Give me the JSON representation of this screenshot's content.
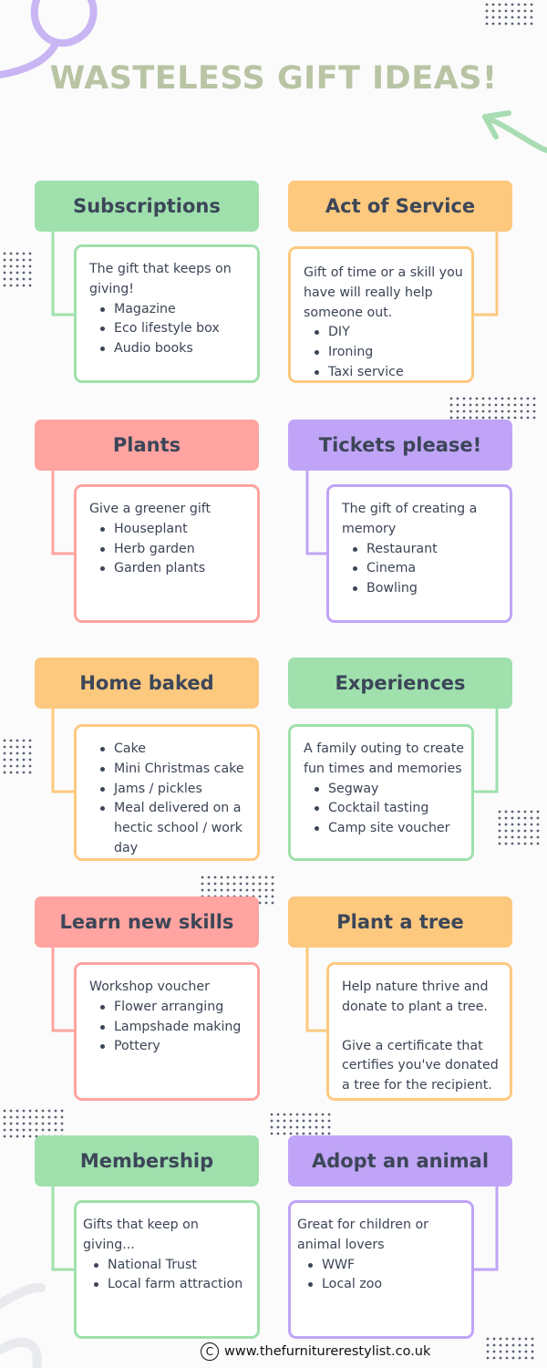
{
  "title": "WASTELESS GIFT IDEAS!",
  "colors": {
    "title": "#b8c4a3",
    "green_header": "#9fe0ad",
    "green_border": "#9fe0ad",
    "orange_header": "#fdc97f",
    "orange_border": "#fdc97f",
    "red_header": "#ffa4a0",
    "red_border": "#ffa4a0",
    "purple_header": "#c0a4f7",
    "purple_border": "#c0a4f7"
  },
  "cards": [
    {
      "header": "Subscriptions",
      "intro": "The gift that keeps on giving!",
      "items": [
        "Magazine",
        "Eco lifestyle box",
        "Audio books"
      ]
    },
    {
      "header": "Act of Service",
      "intro": "Gift of time or a skill you have will really help someone out.",
      "items": [
        "DIY",
        "Ironing",
        "Taxi service"
      ]
    },
    {
      "header": "Plants",
      "intro": "Give a greener gift",
      "items": [
        "Houseplant",
        "Herb garden",
        "Garden plants"
      ]
    },
    {
      "header": "Tickets please!",
      "intro": "The gift of creating a memory",
      "items": [
        "Restaurant",
        "Cinema",
        "Bowling"
      ]
    },
    {
      "header": "Home baked",
      "items": [
        "Cake",
        "Mini Christmas cake",
        "Jams / pickles",
        "Meal delivered on a hectic school / work day"
      ]
    },
    {
      "header": "Experiences",
      "intro": "A family outing to create fun times and memories",
      "items": [
        "Segway",
        "Cocktail tasting",
        "Camp site voucher"
      ]
    },
    {
      "header": "Learn new skills",
      "intro": "Workshop voucher",
      "items": [
        "Flower arranging",
        "Lampshade making",
        "Pottery"
      ]
    },
    {
      "header": "Plant a tree",
      "para1": "Help nature thrive and donate to plant a tree.",
      "para2": "Give a certificate that certifies you've donated a tree for the recipient."
    },
    {
      "header": "Membership",
      "intro": "Gifts that keep on giving...",
      "items": [
        "National Trust",
        "Local farm attraction"
      ]
    },
    {
      "header": "Adopt an animal",
      "intro": "Great for children or animal lovers",
      "items": [
        "WWF",
        "Local zoo"
      ]
    }
  ],
  "footer": {
    "copyright_icon": "copyright-icon",
    "copyright_symbol": "C",
    "url": "www.thefurniturerestylist.co.uk"
  }
}
